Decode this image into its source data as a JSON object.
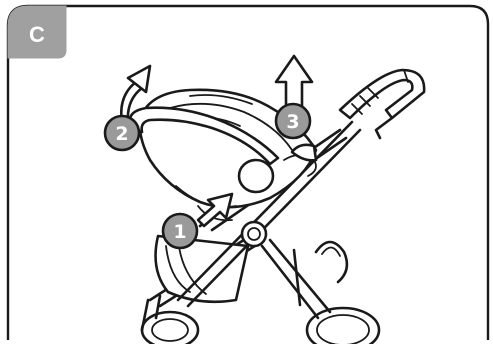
{
  "step": {
    "label": "C",
    "badge_color": "#a0a0a0"
  },
  "callouts": [
    {
      "number": "1"
    },
    {
      "number": "2"
    },
    {
      "number": "3"
    }
  ],
  "colors": {
    "outline": "#1a1a1a",
    "callout_fill": "#9a9a9a",
    "background": "#ffffff"
  }
}
